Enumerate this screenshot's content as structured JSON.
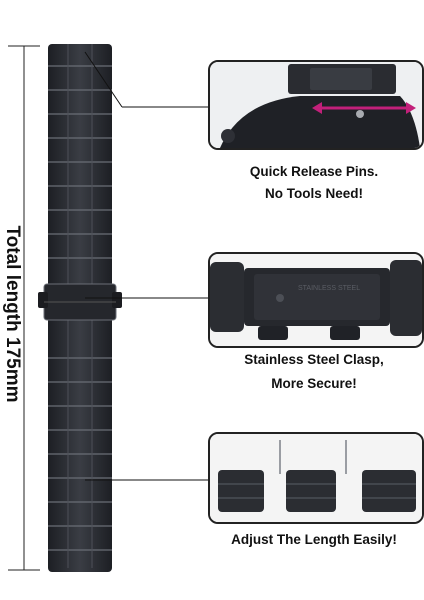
{
  "length_label": "Total length 175mm",
  "features": [
    {
      "line1": "Quick Release Pins.",
      "line2": "No Tools Need!"
    },
    {
      "line1": "Stainless Steel Clasp,",
      "line2": "More Secure!"
    },
    {
      "line1": "Adjust The Length Easily!"
    }
  ],
  "colors": {
    "steel": "#2b2d33",
    "steel_highlight": "#5a5e66",
    "arrow": "#c2207a",
    "frame": "#222222"
  }
}
